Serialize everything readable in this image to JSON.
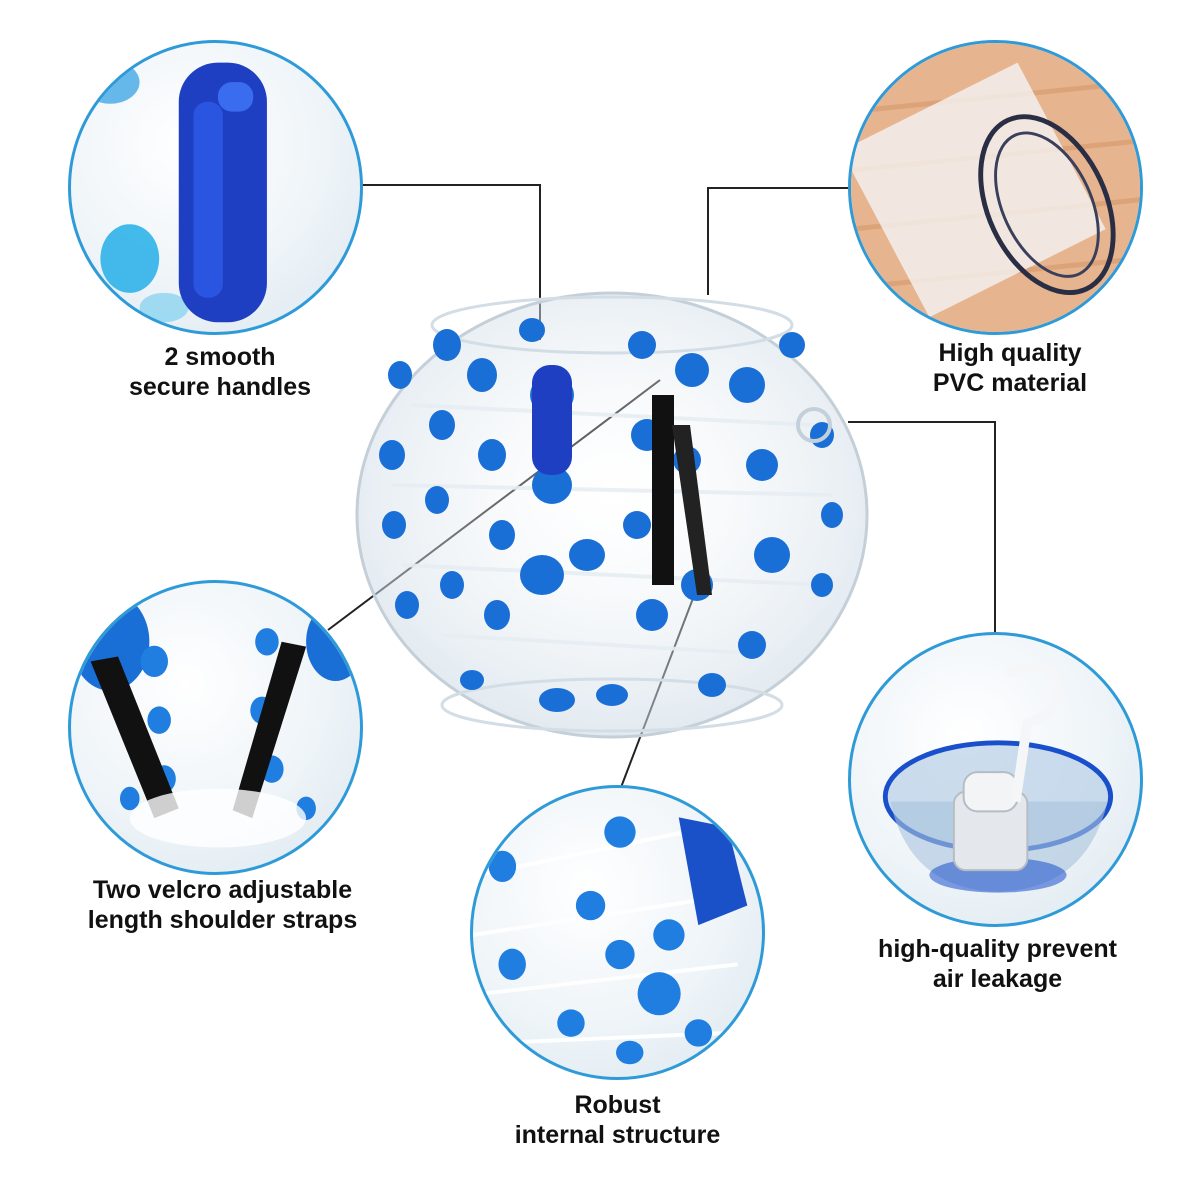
{
  "features": {
    "handles": {
      "line1": "2 smooth",
      "line2": "secure handles"
    },
    "pvc": {
      "line1": "High quality",
      "line2": "PVC material"
    },
    "straps": {
      "line1": "Two velcro adjustable",
      "line2": "length shoulder straps"
    },
    "valve": {
      "line1": "high-quality prevent",
      "line2": "air leakage"
    },
    "structure": {
      "line1": "Robust",
      "line2": "internal structure"
    }
  },
  "colors": {
    "circle_border": "#2f9ad8",
    "dot_blue": "#1a6fd6",
    "handle_blue": "#1f3fc2",
    "strap_black": "#111111",
    "leader_line": "#222222"
  },
  "icons": {
    "product": "bumper-bubble-ball",
    "handles": "blue-handle",
    "pvc": "pvc-tube-roll",
    "straps": "shoulder-straps",
    "valve": "air-valve",
    "structure": "internal-ropes"
  }
}
